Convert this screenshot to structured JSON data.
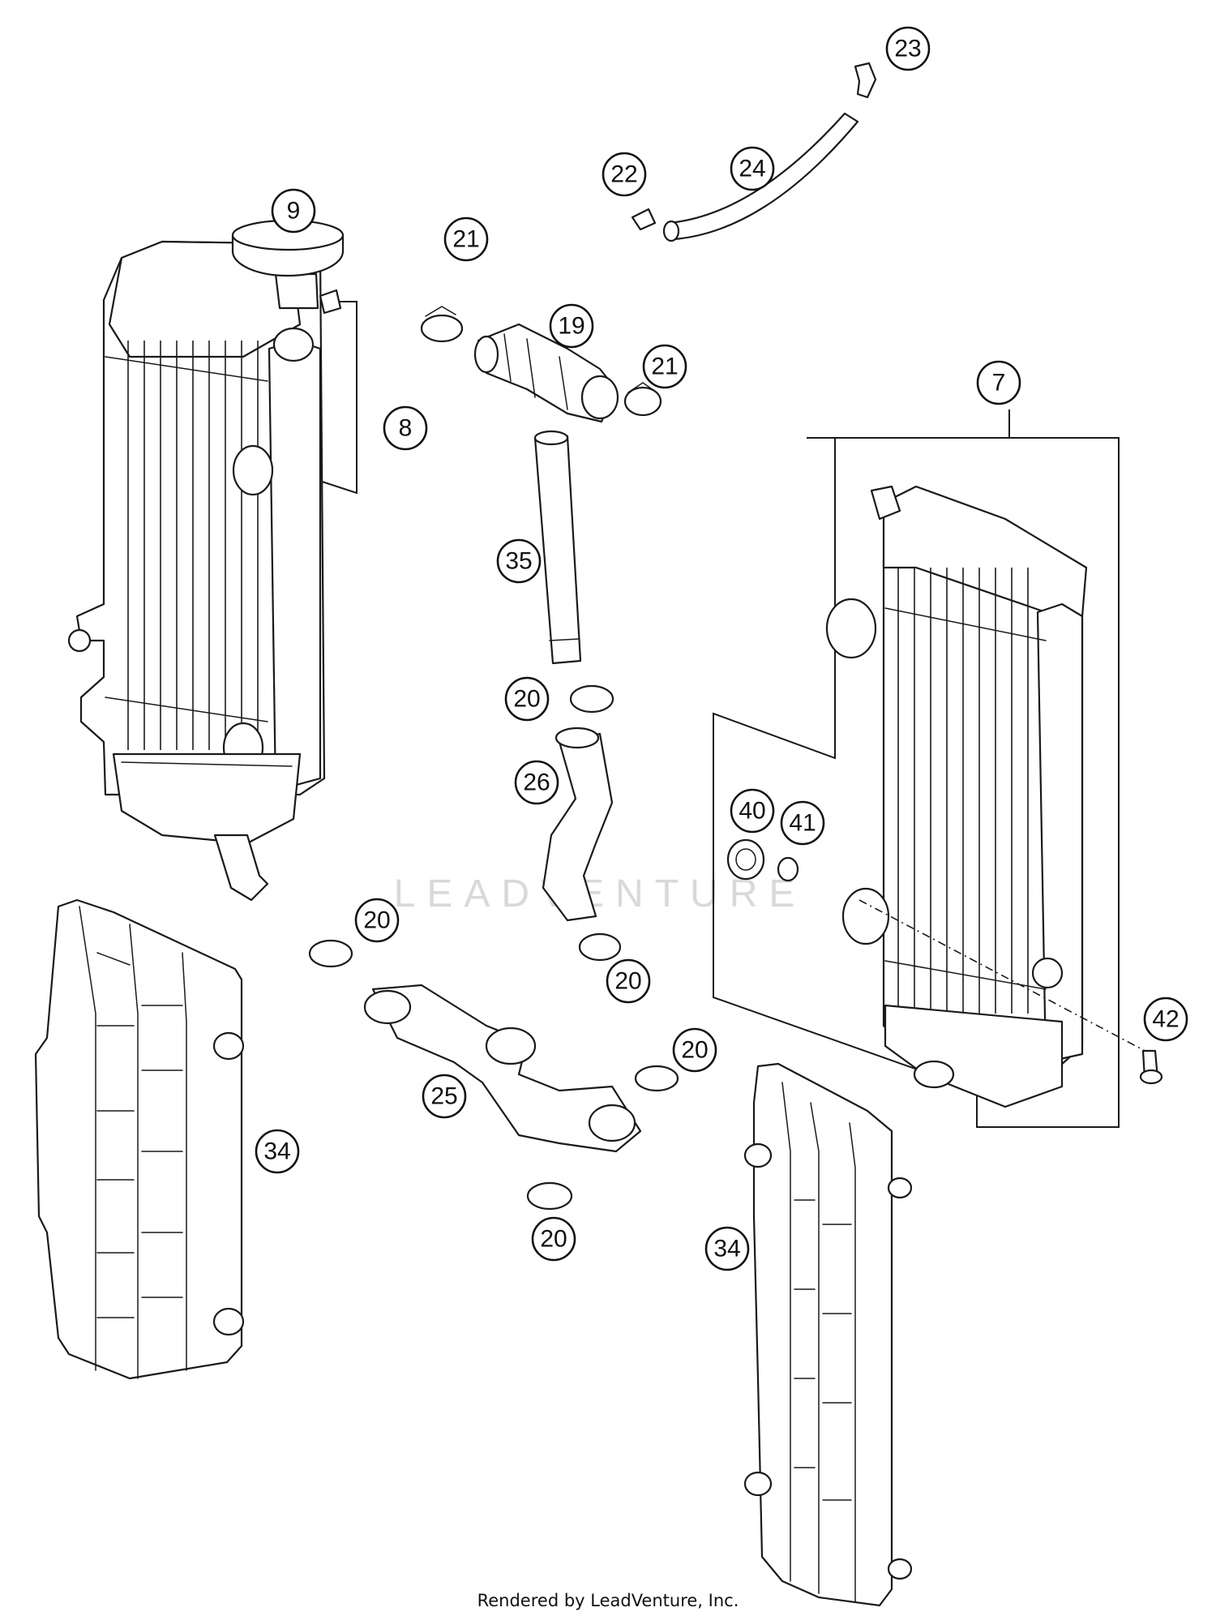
{
  "watermark": "LEADVENTURE",
  "footer": "Rendered by LeadVenture, Inc.",
  "callouts": {
    "c9": "9",
    "c8": "8",
    "c21a": "21",
    "c19": "19",
    "c21b": "21",
    "c22": "22",
    "c24": "24",
    "c23": "23",
    "c7": "7",
    "c35": "35",
    "c20a": "20",
    "c26": "26",
    "c40": "40",
    "c41": "41",
    "c20b": "20",
    "c20c": "20",
    "c20d": "20",
    "c42": "42",
    "c25": "25",
    "c34a": "34",
    "c20e": "20",
    "c34b": "34"
  }
}
